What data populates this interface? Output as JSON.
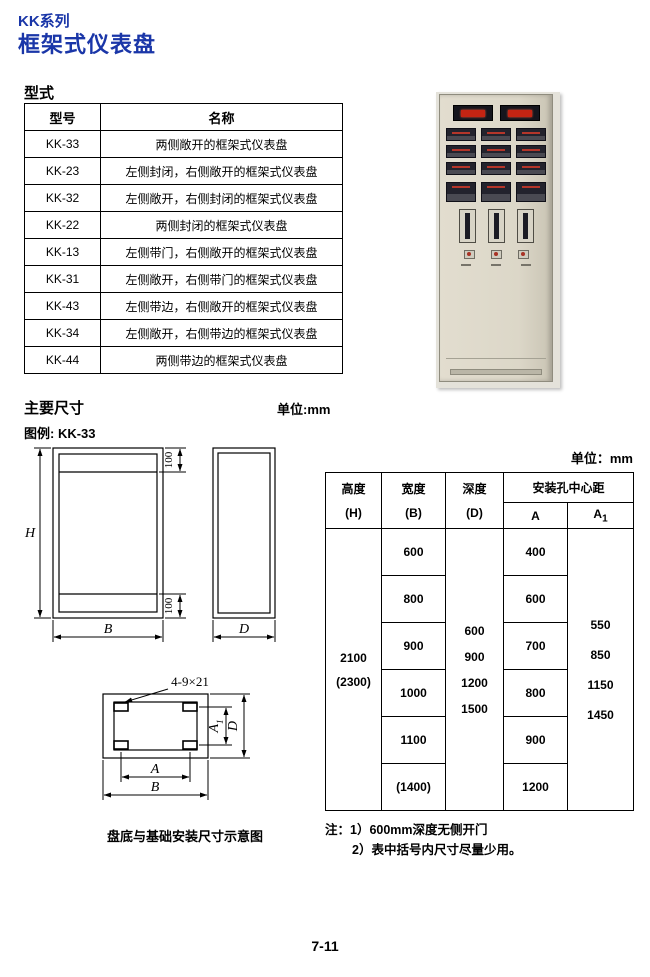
{
  "header": {
    "series": "KK系列",
    "title": "框架式仪表盘"
  },
  "type_section": {
    "heading": "型式",
    "col_model": "型号",
    "col_name": "名称",
    "rows": [
      {
        "model": "KK-33",
        "name": "两侧敞开的框架式仪表盘"
      },
      {
        "model": "KK-23",
        "name": "左侧封闭，右侧敞开的框架式仪表盘"
      },
      {
        "model": "KK-32",
        "name": "左侧敞开，右侧封闭的框架式仪表盘"
      },
      {
        "model": "KK-22",
        "name": "两侧封闭的框架式仪表盘"
      },
      {
        "model": "KK-13",
        "name": "左侧带门，右侧敞开的框架式仪表盘"
      },
      {
        "model": "KK-31",
        "name": "左侧敞开，右侧带门的框架式仪表盘"
      },
      {
        "model": "KK-43",
        "name": "左侧带边，右侧敞开的框架式仪表盘"
      },
      {
        "model": "KK-34",
        "name": "左侧敞开，右侧带边的框架式仪表盘"
      },
      {
        "model": "KK-44",
        "name": "两侧带边的框架式仪表盘"
      }
    ]
  },
  "dims_section": {
    "heading": "主要尺寸",
    "unit_label": "单位:mm",
    "example_label": "图例: KK-33"
  },
  "drawing": {
    "h_label": "H",
    "b_label": "B",
    "d_label": "D",
    "top_offset": "100",
    "bottom_offset": "100",
    "holes_label": "4-9×21",
    "plan_a": "A",
    "plan_b": "B",
    "plan_a1_base": "A",
    "plan_a1_sub": "1",
    "plan_d": "D",
    "caption": "盘底与基础安装尺寸示意图"
  },
  "size_table": {
    "unit_label": "单位：mm",
    "col_height": "高度",
    "col_height_sub": "(H)",
    "col_width": "宽度",
    "col_width_sub": "(B)",
    "col_depth": "深度",
    "col_depth_sub": "(D)",
    "col_mounting": "安装孔中心距",
    "col_a": "A",
    "col_a1_base": "A",
    "col_a1_sub": "1",
    "height_values": [
      "2100",
      "(2300)"
    ],
    "width_values": [
      "600",
      "800",
      "900",
      "1000",
      "1100",
      "(1400)"
    ],
    "depth_values": [
      "600",
      "900",
      "1200",
      "1500"
    ],
    "a_values": [
      "400",
      "600",
      "700",
      "800",
      "900",
      "1200"
    ],
    "a1_values": [
      "550",
      "850",
      "1150",
      "1450"
    ]
  },
  "notes": {
    "line1": "注：1）600mm深度无侧开门",
    "line2": "2）表中括号内尺寸尽量少用。"
  },
  "page_number": "7-11",
  "colors": {
    "accent_blue": "#1a36a8"
  }
}
